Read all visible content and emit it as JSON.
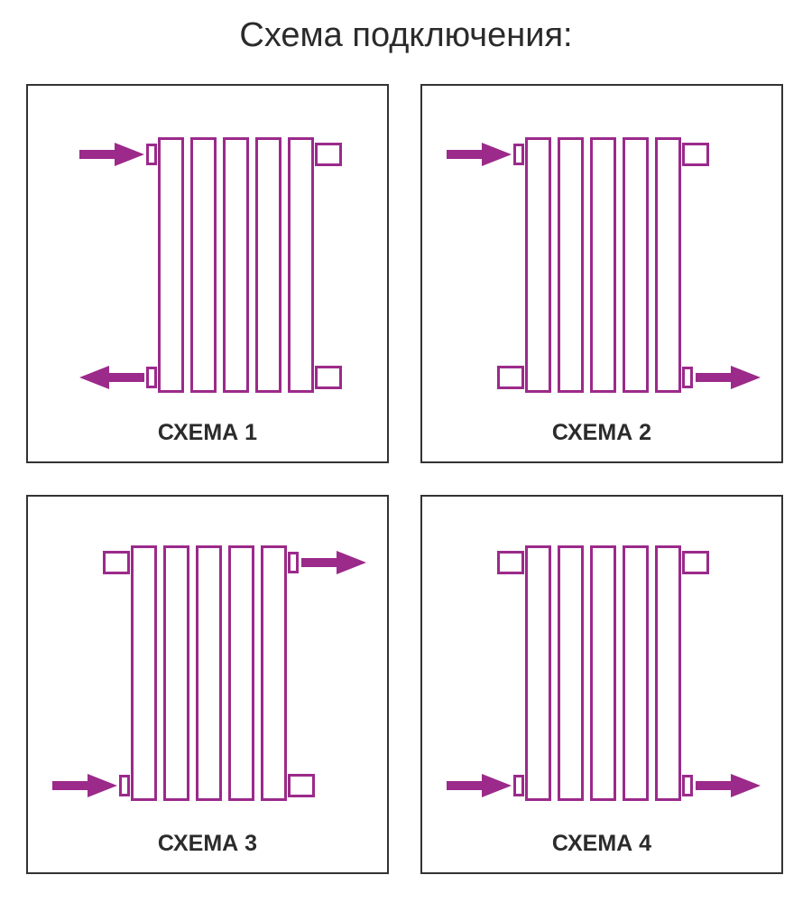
{
  "title": "Схема подключения:",
  "accent_color": "#9b2a8a",
  "schemes": [
    {
      "label": "СХЕМА 1",
      "sections": 5,
      "plugs": {
        "top_left": "inlet",
        "top_right": "closed",
        "bottom_left": "outlet",
        "bottom_right": "closed"
      }
    },
    {
      "label": "СХЕМА 2",
      "sections": 5,
      "plugs": {
        "top_left": "inlet",
        "top_right": "closed",
        "bottom_left": "closed",
        "bottom_right": "outlet"
      }
    },
    {
      "label": "СХЕМА 3",
      "sections": 5,
      "plugs": {
        "top_left": "closed",
        "top_right": "outlet",
        "bottom_left": "inlet",
        "bottom_right": "closed"
      }
    },
    {
      "label": "СХЕМА 4",
      "sections": 5,
      "plugs": {
        "top_left": "closed",
        "top_right": "closed",
        "bottom_left": "inlet",
        "bottom_right": "outlet"
      }
    }
  ]
}
